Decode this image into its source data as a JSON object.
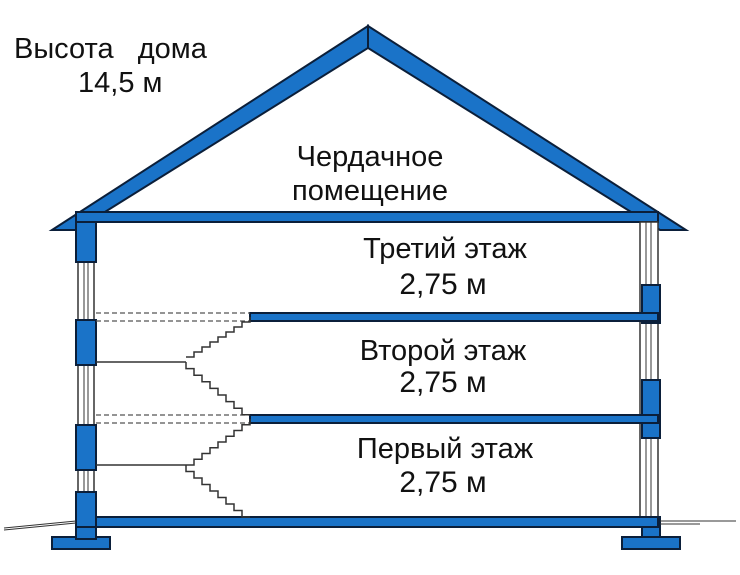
{
  "house_height": {
    "title": "Высота   дома",
    "value": "14,5 м"
  },
  "attic": {
    "line1": "Чердачное",
    "line2": "помещение"
  },
  "floors": [
    {
      "name": "Третий этаж",
      "height": "2,75 м"
    },
    {
      "name": "Второй этаж",
      "height": "2,75 м"
    },
    {
      "name": "Первый этаж",
      "height": "2,75 м"
    }
  ],
  "colors": {
    "structure_fill": "#1a73c8",
    "structure_stroke": "#0b1f3a",
    "thin_line": "#333333",
    "dashed_line": "#555555"
  }
}
